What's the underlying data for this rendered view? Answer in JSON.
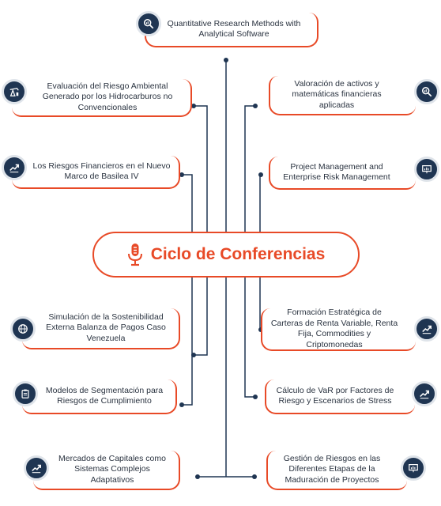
{
  "title": "Ciclo de Conferencias",
  "colors": {
    "accent": "#e84a27",
    "navy": "#1f3552"
  },
  "topics": {
    "top": {
      "text": "Quantitative Research Methods with Analytical Software",
      "icon": "search-chart-icon"
    },
    "l1": {
      "text": "Evaluación del Riesgo Ambiental Generado por los Hidrocarburos no Convencionales",
      "icon": "oil-pump-icon"
    },
    "l2": {
      "text": "Los Riesgos Financieros en el Nuevo Marco de Basilea IV",
      "icon": "trend-chart-icon"
    },
    "l3": {
      "text": "Simulación de la Sostenibilidad Externa Balanza de Pagos Caso Venezuela",
      "icon": "globe-icon"
    },
    "l4": {
      "text": "Modelos de Segmentación para Riesgos de Cumplimiento",
      "icon": "clipboard-icon"
    },
    "l5": {
      "text": "Mercados de Capitales como Sistemas Complejos Adaptativos",
      "icon": "trend-chart-icon"
    },
    "r1": {
      "text": "Valoración de activos y matemáticas financieras aplicadas",
      "icon": "search-chart-icon"
    },
    "r2": {
      "text": "Project Management and Enterprise Risk Management",
      "icon": "presentation-icon"
    },
    "r3": {
      "text": "Formación Estratégica de Carteras de Renta Variable, Renta Fija, Commodities y Criptomonedas",
      "icon": "trend-chart-icon"
    },
    "r4": {
      "text": "Cálculo de VaR por Factores de Riesgo y Escenarios de Stress",
      "icon": "trend-chart-icon"
    },
    "r5": {
      "text": "Gestión de Riesgos en las Diferentes Etapas de la Maduración de Proyectos",
      "icon": "presentation-icon"
    }
  }
}
